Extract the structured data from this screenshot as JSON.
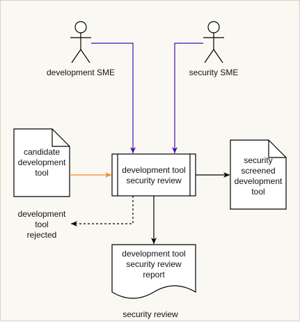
{
  "actors": {
    "dev": {
      "label": "development SME",
      "icon": "stick-figure-icon"
    },
    "sec": {
      "label": "security SME",
      "icon": "stick-figure-icon"
    }
  },
  "nodes": {
    "candidate": {
      "lines": [
        "candidate",
        "development",
        "tool"
      ]
    },
    "process": {
      "lines": [
        "development tool",
        "security review"
      ]
    },
    "screened": {
      "lines": [
        "security",
        "screened",
        "development",
        "tool"
      ]
    },
    "rejected": {
      "lines": [
        "development",
        "tool",
        "rejected"
      ]
    },
    "report": {
      "lines": [
        "development tool",
        "security review",
        "report"
      ]
    }
  },
  "caption": "security review",
  "colors": {
    "actor_edge": "#3f0fb8",
    "input_edge": "#f08a24",
    "main_edge": "#000000",
    "background": "#faf8f2"
  }
}
